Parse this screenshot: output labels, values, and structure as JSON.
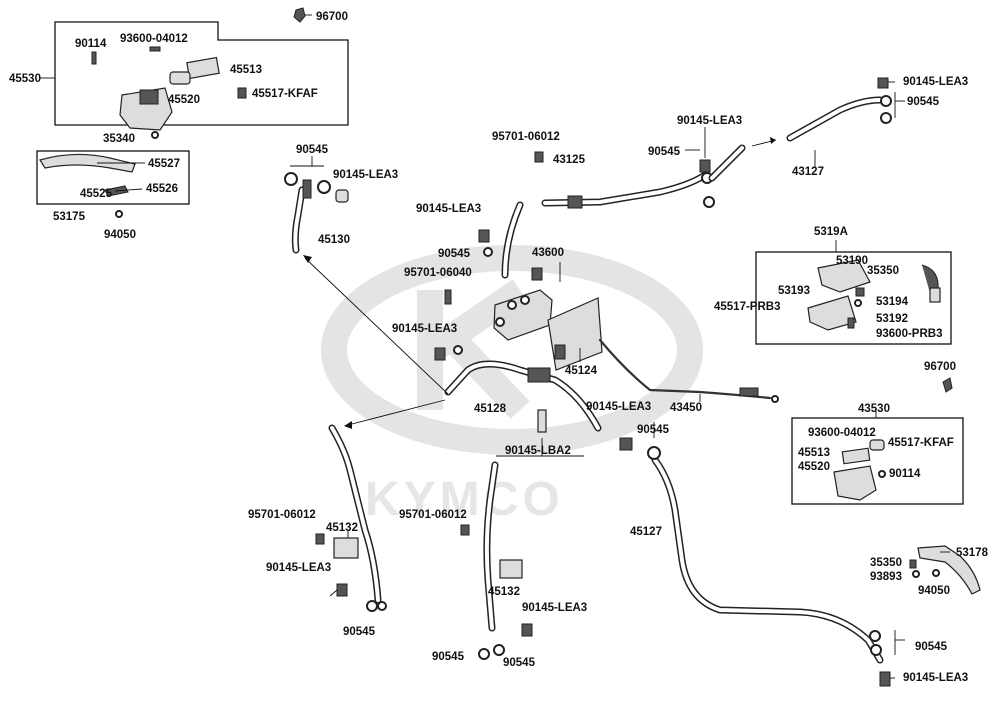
{
  "watermark": {
    "brand": "KYMCO"
  },
  "parts": {
    "p96700_top": "96700",
    "p45530": "45530",
    "p90114_a": "90114",
    "p93600_04012_a": "93600-04012",
    "p45513_a": "45513",
    "p45520_a": "45520",
    "p45517_kfaf_a": "45517-KFAF",
    "p35340": "35340",
    "p45527": "45527",
    "p45525": "45525",
    "p45526": "45526",
    "p53175": "53175",
    "p94050_a": "94050",
    "p90545_a": "90545",
    "p90145_lea3_a": "90145-LEA3",
    "p45130": "45130",
    "p95701_06012_a": "95701-06012",
    "p43125": "43125",
    "p90145_lea3_b": "90145-LEA3",
    "p90545_b": "90545",
    "p90145_lea3_c": "90145-LEA3",
    "p90545_c": "90545",
    "p43600": "43600",
    "p95701_06040": "95701-06040",
    "p90145_lea3_d": "90145-LEA3",
    "p45124": "45124",
    "p45128": "45128",
    "p90145_lea3_e": "90145-LEA3",
    "p43450": "43450",
    "p90545_d": "90545",
    "p90145_lba2": "90145-LBA2",
    "p90145_lea3_top": "90145-LEA3",
    "p90545_top": "90545",
    "p43127_top": "43127",
    "p5319a": "5319A",
    "p53190": "53190",
    "p35350_a": "35350",
    "p53193": "53193",
    "p53194": "53194",
    "p45517_prb3": "45517-PRB3",
    "p53192": "53192",
    "p93600_prb3": "93600-PRB3",
    "p96700_right": "96700",
    "p43530": "43530",
    "p93600_04012_b": "93600-04012",
    "p45517_kfaf_b": "45517-KFAF",
    "p45513_b": "45513",
    "p45520_b": "45520",
    "p90114_b": "90114",
    "p95701_06012_b": "95701-06012",
    "p45132_a": "45132",
    "p90145_lea3_f": "90145-LEA3",
    "p90545_e": "90545",
    "p95701_06012_c": "95701-06012",
    "p45132_b": "45132",
    "p90145_lea3_g": "90145-LEA3",
    "p90545_f": "90545",
    "p90545_g": "90545",
    "p45127": "45127",
    "p35350_b": "35350",
    "p53178": "53178",
    "p93893": "93893",
    "p94050_b": "94050",
    "p90545_h": "90545",
    "p90145_lea3_h": "90145-LEA3"
  }
}
